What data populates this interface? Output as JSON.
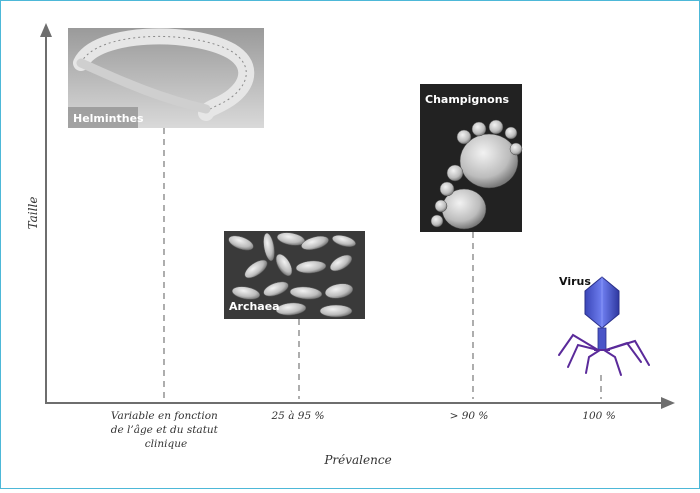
{
  "axes": {
    "y_label": "Taille",
    "x_label": "Prévalence"
  },
  "prevalence_labels": {
    "helminthes": [
      "Variable en fonction",
      "de l’âge et du statut",
      "clinique"
    ],
    "archaea": "25 à 95 %",
    "champignons": "> 90 %",
    "virus": "100 %"
  },
  "organisms": {
    "helminthes": "Helminthes",
    "archaea": "Archaea",
    "champignons": "Champignons",
    "virus": "Virus"
  },
  "colors": {
    "frame": "#4db8d8",
    "axis": "#6e6e6e",
    "dash": "#999999",
    "virus_body": "#4a55c8",
    "virus_legs": "#5a2a9a"
  }
}
